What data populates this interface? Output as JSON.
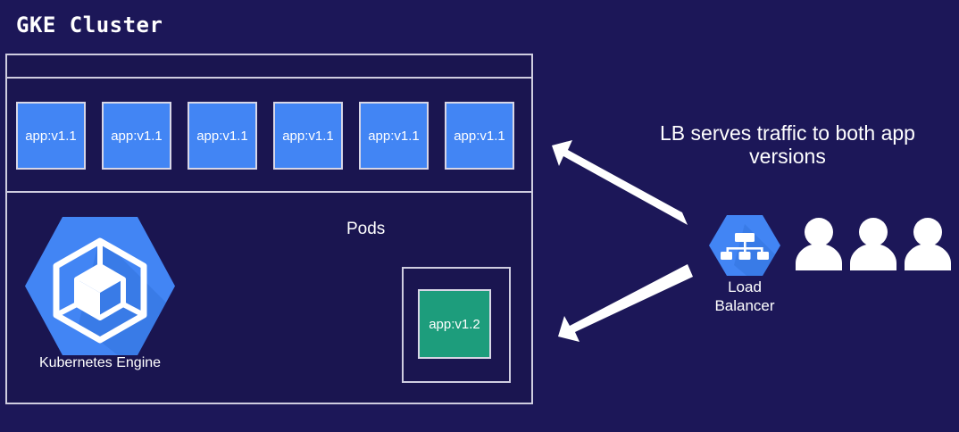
{
  "diagram": {
    "title": "GKE Cluster",
    "background_color": "#1c1758",
    "cluster_background_color": "#1a1550",
    "border_color": "#cfcde0",
    "pod_v1_color": "#4285f4",
    "pod_v2_color": "#1d9d7c",
    "accent_color": "#4285f4",
    "arrow_color": "#ffffff"
  },
  "cluster": {
    "pods_label": "Pods",
    "pods_v1": [
      {
        "label": "app:v1.1"
      },
      {
        "label": "app:v1.1"
      },
      {
        "label": "app:v1.1"
      },
      {
        "label": "app:v1.1"
      },
      {
        "label": "app:v1.1"
      },
      {
        "label": "app:v1.1"
      }
    ],
    "pod_v2": {
      "label": "app:v1.2"
    },
    "engine": {
      "label": "Kubernetes Engine",
      "icon": "kubernetes-engine-icon"
    }
  },
  "right_panel": {
    "note_line1": "LB serves traffic to both app",
    "note_line2": "versions",
    "load_balancer": {
      "label_line1": "Load",
      "label_line2": "Balancer",
      "icon": "load-balancer-icon"
    },
    "users": [
      {
        "icon": "user-icon"
      },
      {
        "icon": "user-icon"
      },
      {
        "icon": "user-icon"
      }
    ]
  },
  "arrows": [
    {
      "name": "arrow-lb-to-pods-v1",
      "direction": "up-left"
    },
    {
      "name": "arrow-lb-to-pod-v2",
      "direction": "down-left"
    }
  ]
}
